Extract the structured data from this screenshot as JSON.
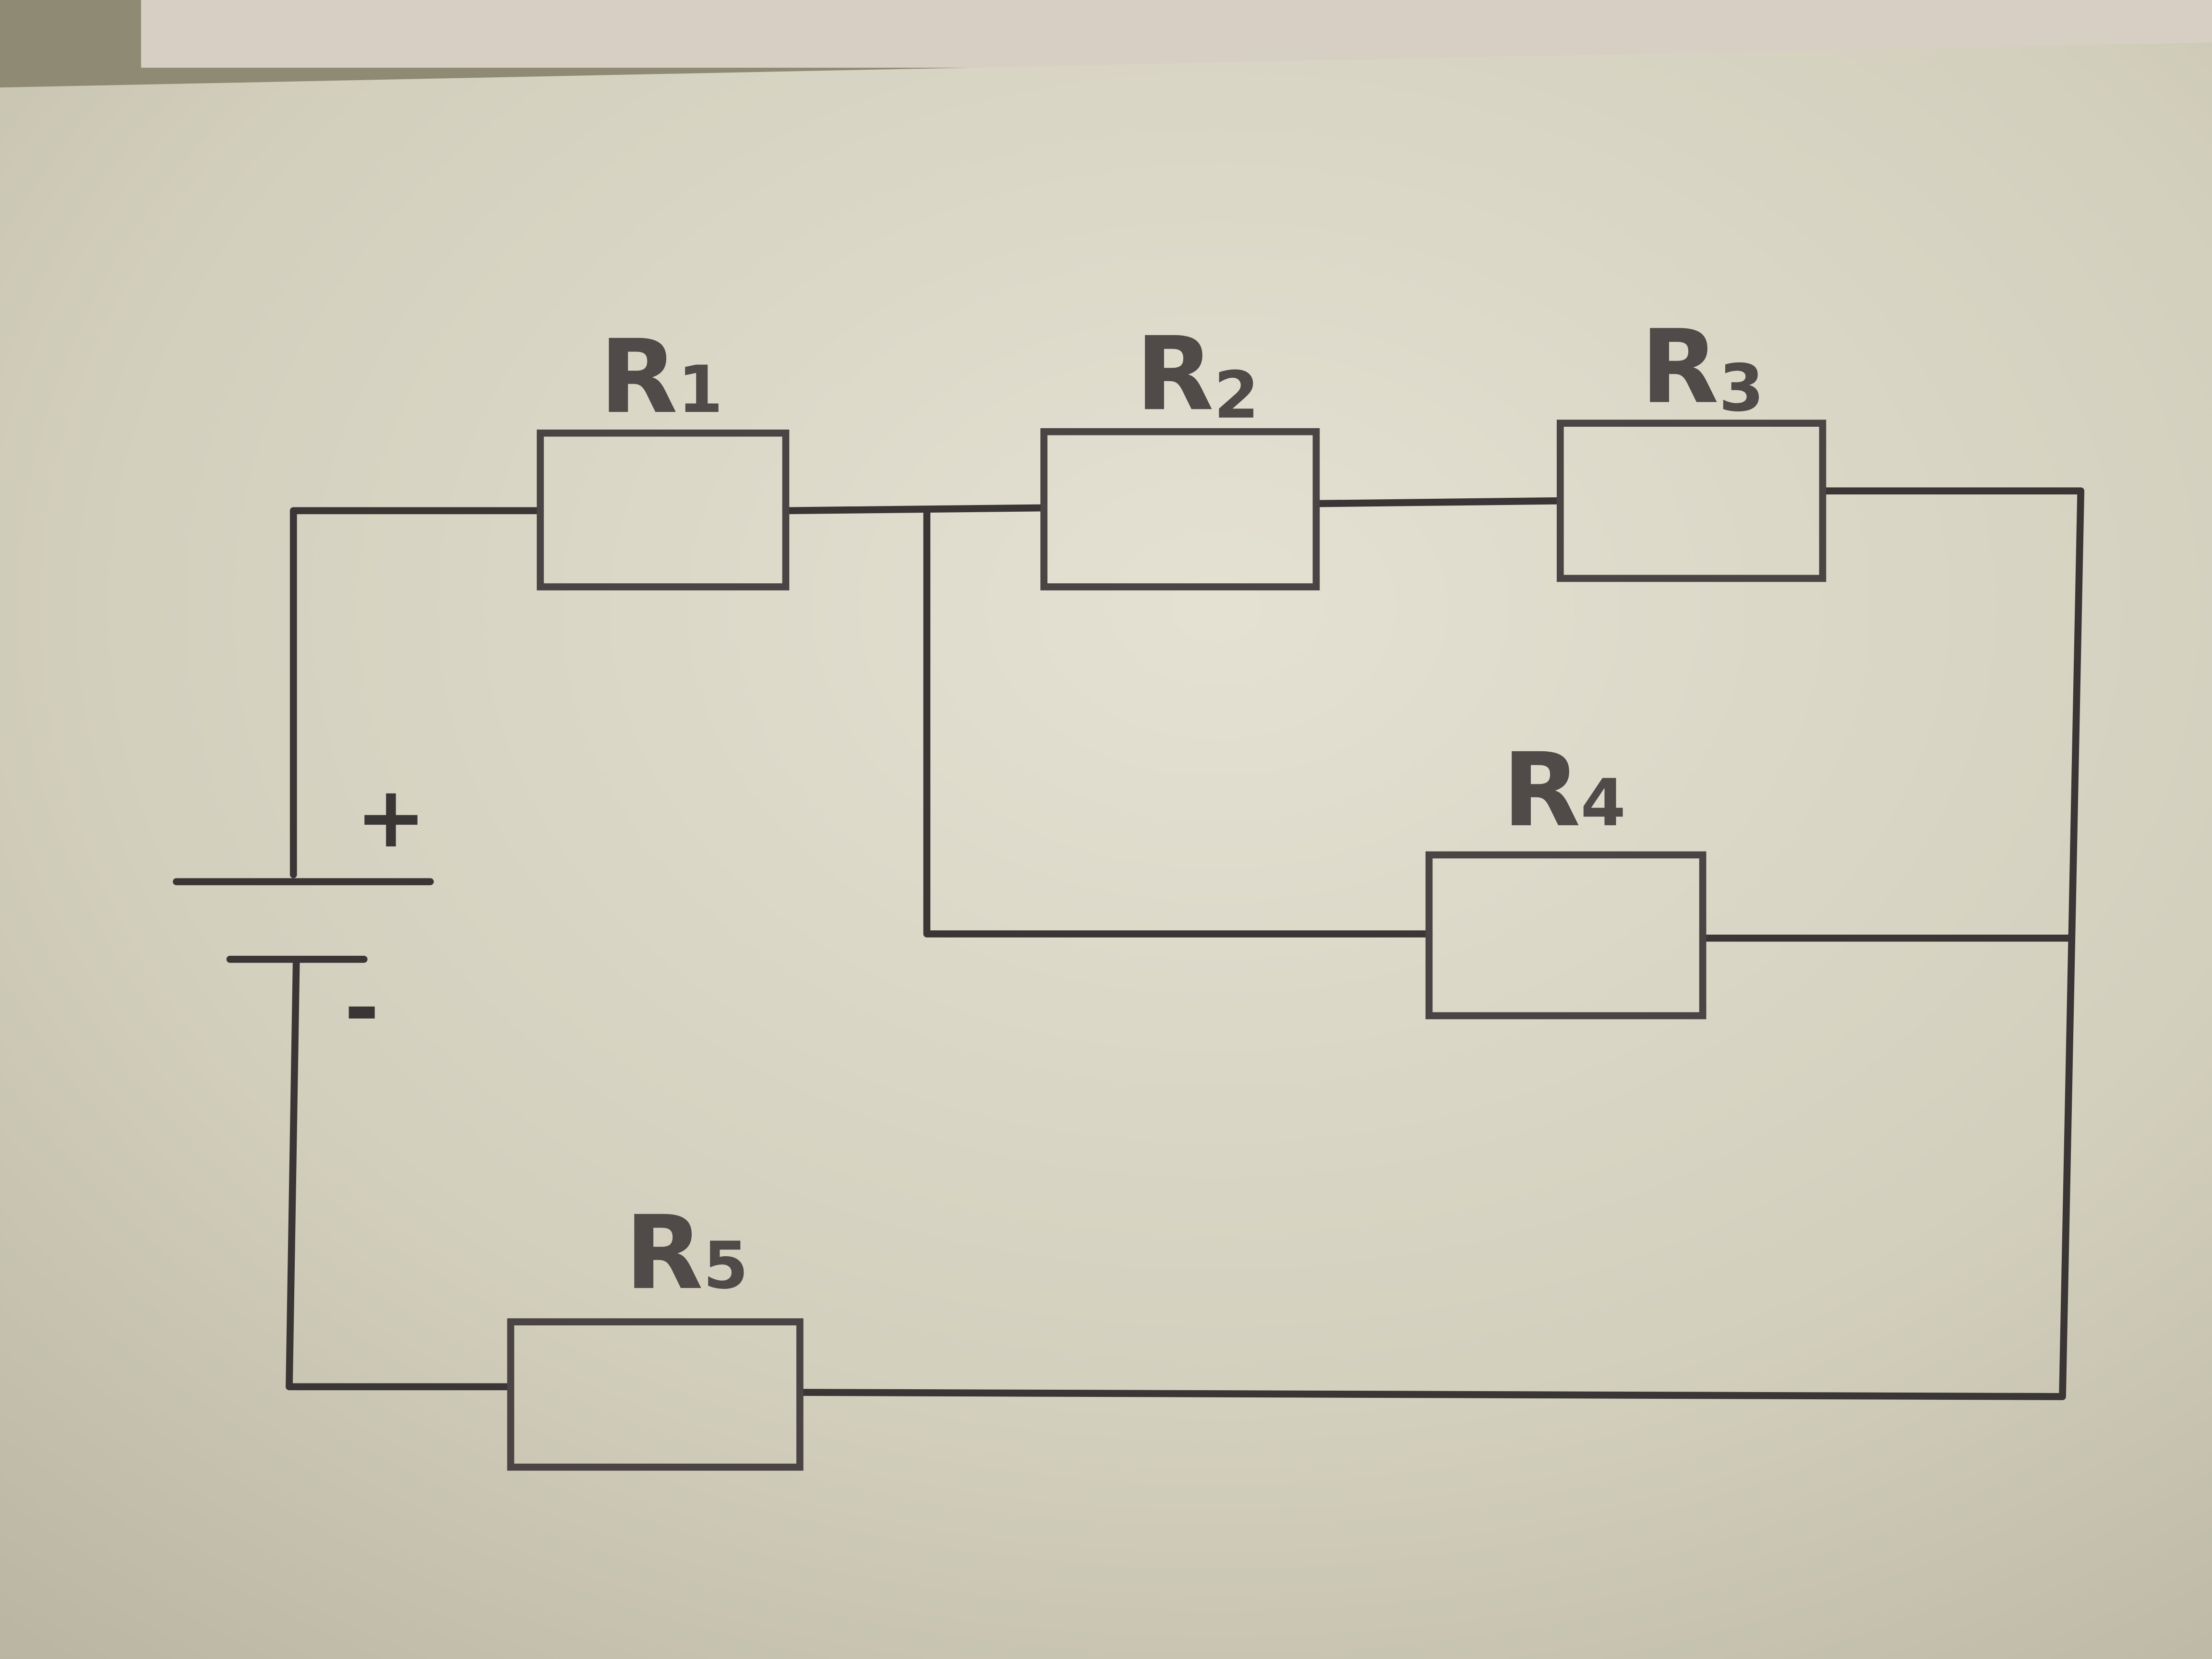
{
  "diagram": {
    "type": "electrical circuit (hand-drawn)",
    "resistors": [
      {
        "id": "R1",
        "letter": "R",
        "index": "1"
      },
      {
        "id": "R2",
        "letter": "R",
        "index": "2"
      },
      {
        "id": "R3",
        "letter": "R",
        "index": "3"
      },
      {
        "id": "R4",
        "letter": "R",
        "index": "4"
      },
      {
        "id": "R5",
        "letter": "R",
        "index": "5"
      }
    ],
    "battery": {
      "positive": "+",
      "negative": "-"
    },
    "colors": {
      "ink": "#3b3636",
      "paper": "#d6d3c2"
    }
  }
}
